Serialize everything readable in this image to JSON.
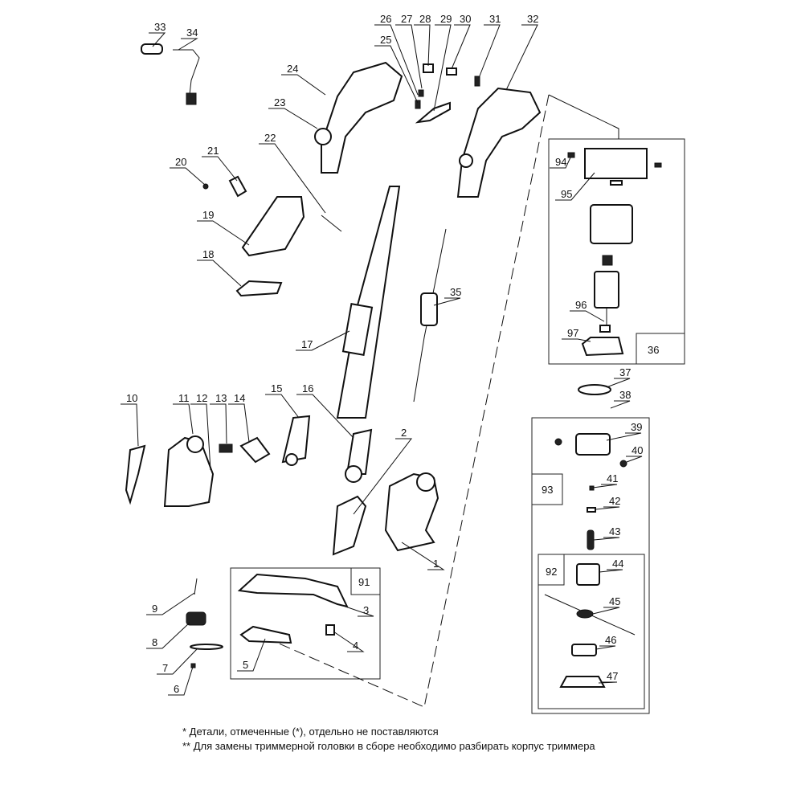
{
  "parts": {
    "p1": "1",
    "p2": "2",
    "p3": "3",
    "p4": "4",
    "p5": "5",
    "p6": "6",
    "p7": "7",
    "p8": "8",
    "p9": "9",
    "p10": "10",
    "p11": "11",
    "p12": "12",
    "p13": "13",
    "p14": "14",
    "p15": "15",
    "p16": "16",
    "p17": "17",
    "p18": "18",
    "p19": "19",
    "p20": "20",
    "p21": "21",
    "p22": "22",
    "p23": "23",
    "p24": "24",
    "p25": "25",
    "p26": "26",
    "p27": "27",
    "p28": "28",
    "p29": "29",
    "p30": "30",
    "p31": "31",
    "p32": "32",
    "p33": "33",
    "p34": "34",
    "p35": "35",
    "p36": "36",
    "p37": "37",
    "p38": "38",
    "p39": "39",
    "p40": "40",
    "p41": "41",
    "p42": "42",
    "p43": "43",
    "p44": "44",
    "p45": "45",
    "p46": "46",
    "p47": "47",
    "p91": "91",
    "p92": "92",
    "p93": "93",
    "p94": "94",
    "p95": "95",
    "p96": "96",
    "p97": "97"
  },
  "notes": {
    "note1": "*  Детали, отмеченные (*), отдельно не поставляются",
    "note2": "** Для замены триммерной головки в сборе необходимо разбирать корпус триммера"
  }
}
